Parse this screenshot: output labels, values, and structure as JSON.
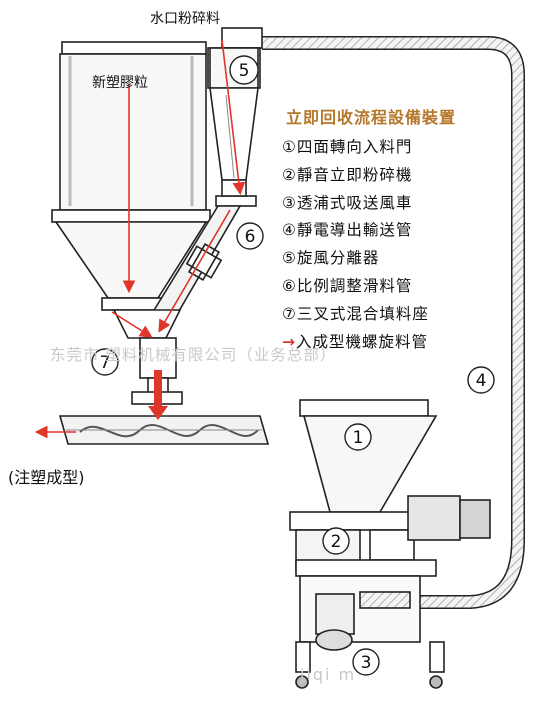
{
  "labels": {
    "scrap": "水口粉碎料",
    "new_pellets": "新塑膠粒",
    "injection": "(注塑成型)"
  },
  "legend": {
    "title": "立即回收流程設備裝置",
    "items": [
      "①四面轉向入料門",
      "②靜音立即粉碎機",
      "③透浦式吸送風車",
      "④靜電導出輸送管",
      "⑤旋風分離器",
      "⑥比例調整滑料管",
      "⑦三叉式混合填料座"
    ],
    "last": "入成型機螺旋料管"
  },
  "numbers": [
    "1",
    "2",
    "3",
    "4",
    "5",
    "6",
    "7"
  ],
  "watermark": "东莞市    塑料机械有限公司（业务总部）",
  "watermark2": "jiqi   m",
  "colors": {
    "accent": "#e0352b",
    "title": "#b5772a",
    "line": "#222222"
  }
}
